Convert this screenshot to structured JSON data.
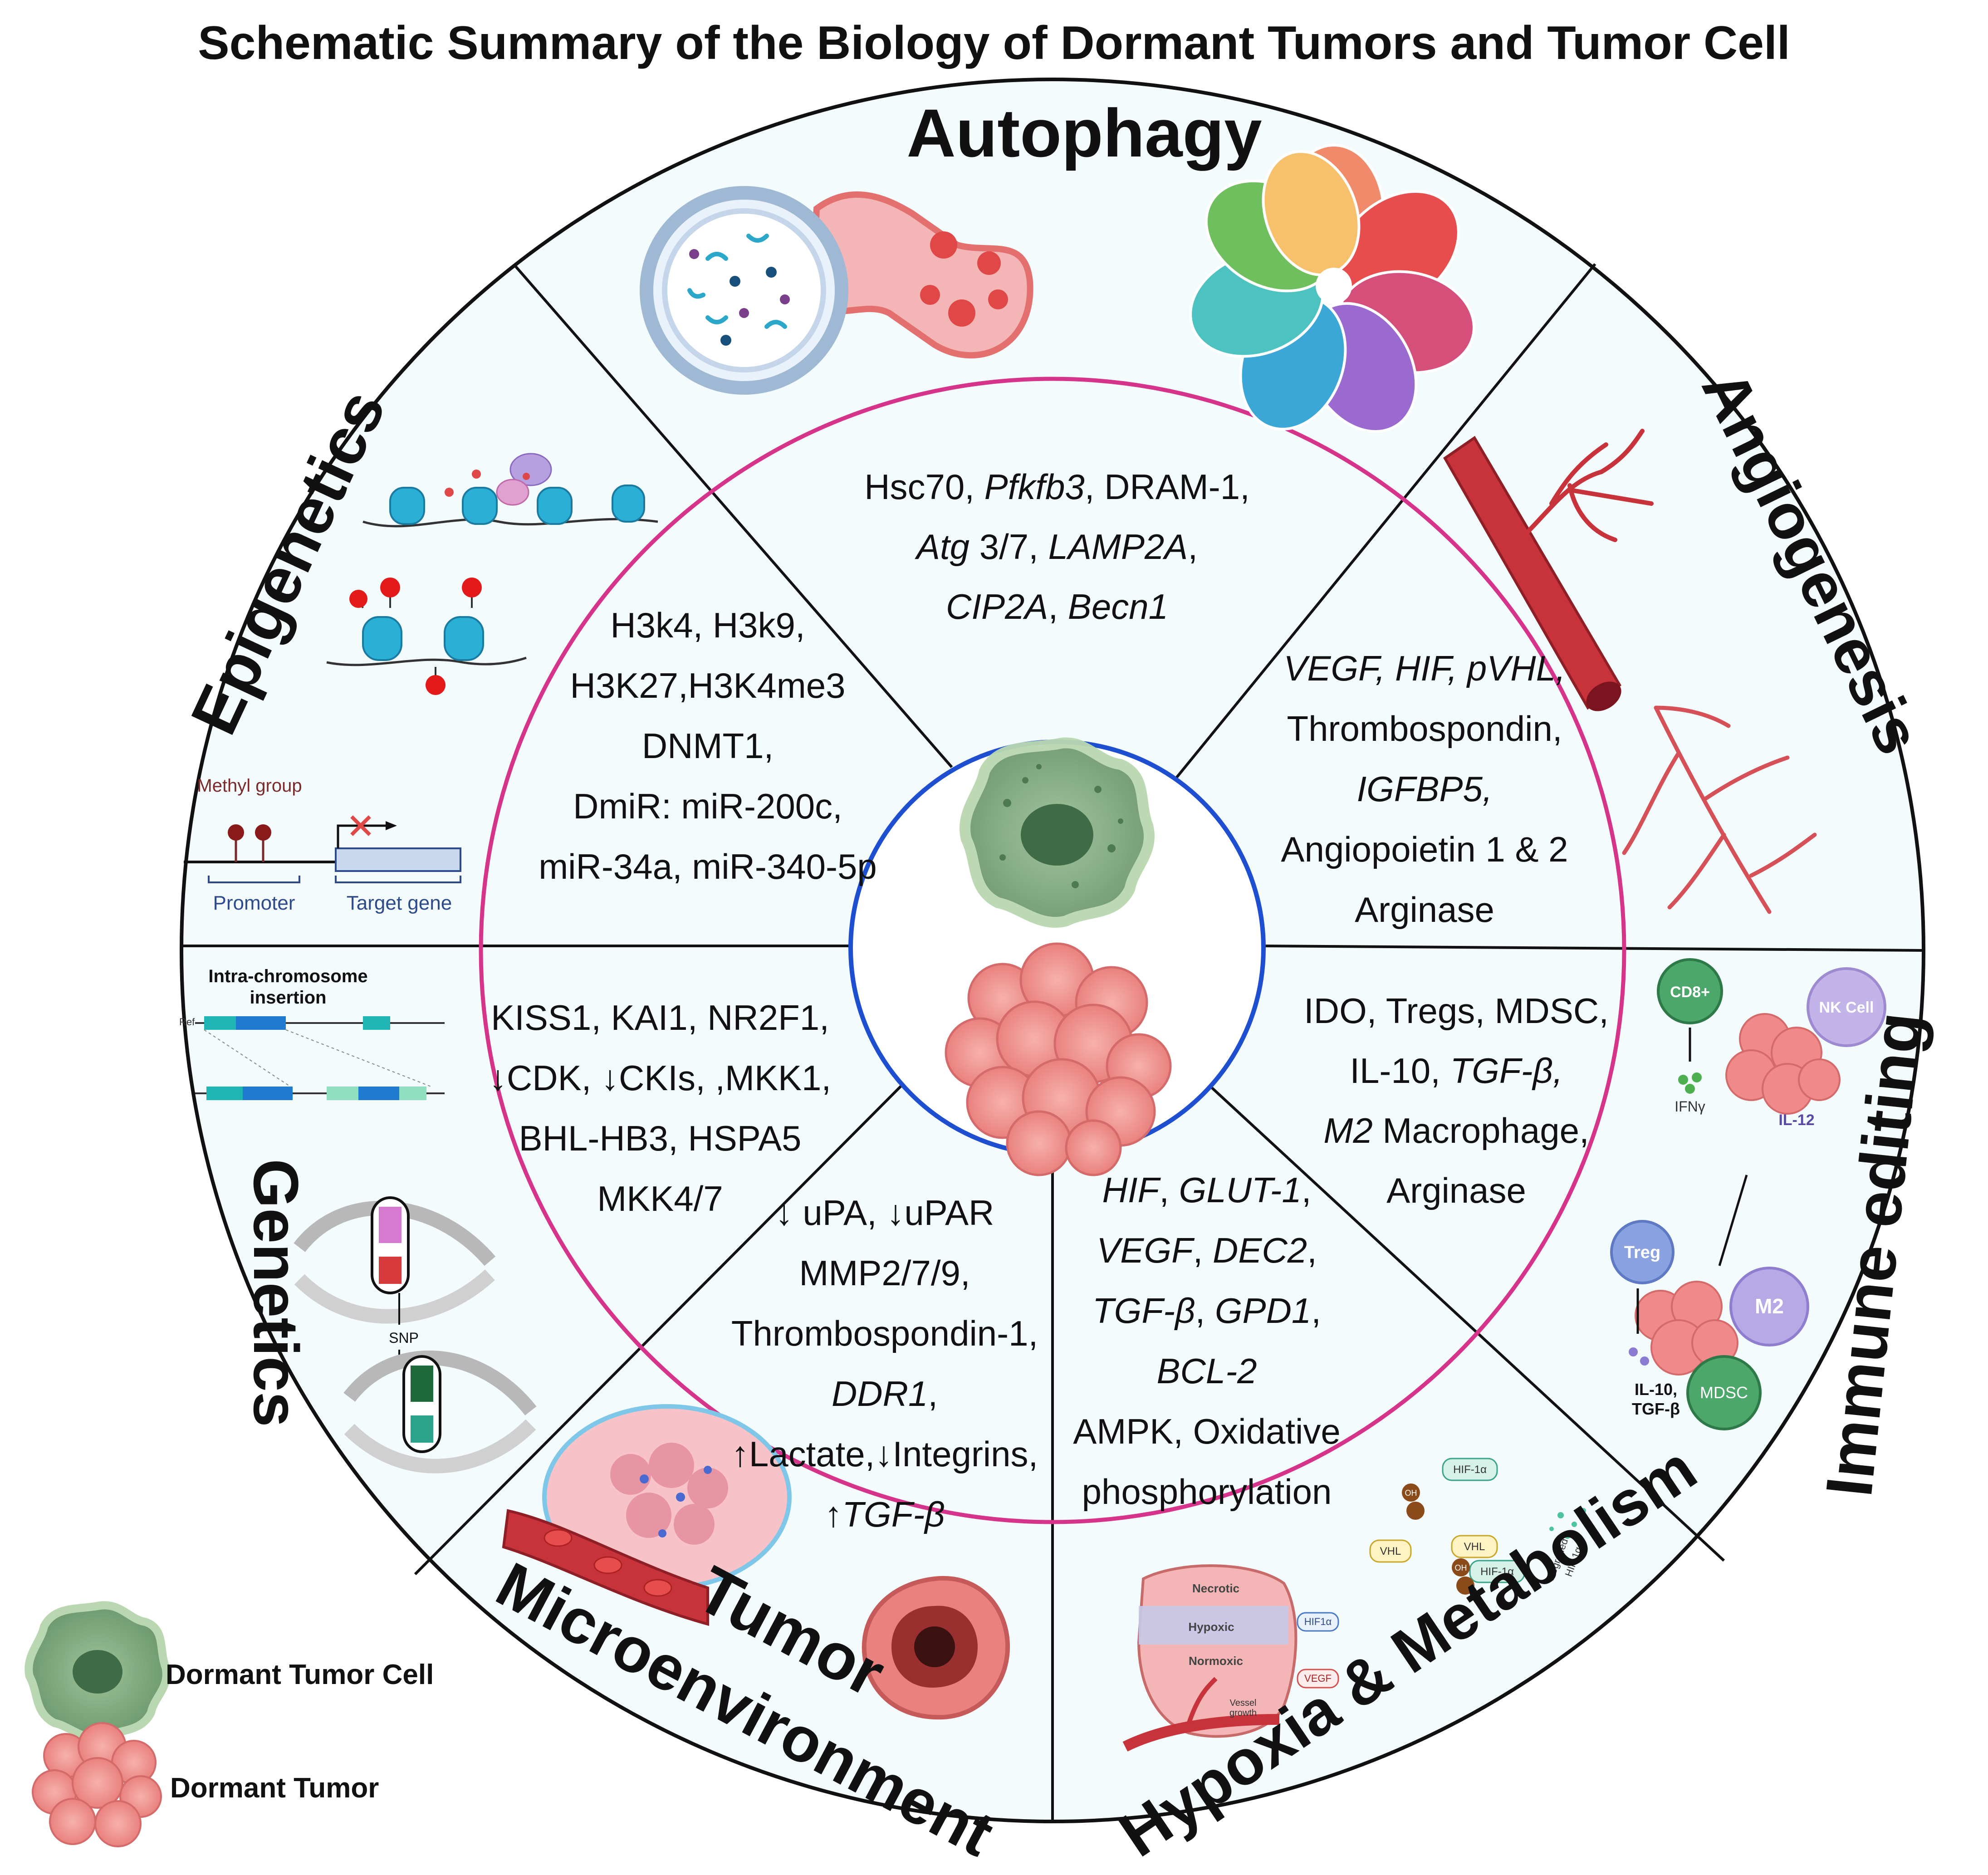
{
  "title": "Schematic Summary of the Biology of Dormant Tumors and Tumor Cell",
  "colors": {
    "outer_ring": "#111111",
    "middle_ring": "#d6338a",
    "inner_ring": "#1f4fd1",
    "sector_fill": "#f4fbfc",
    "dormant_cell": "#7aa37a",
    "dormant_tumor": "#f08a8a"
  },
  "sectors": {
    "autophagy": {
      "title": "Autophagy",
      "lines": [
        [
          {
            "t": "Hsc70, "
          },
          {
            "t": "Pfkfb3",
            "i": true
          },
          {
            "t": ", DRAM-1,"
          }
        ],
        [
          {
            "t": "Atg",
            "i": true
          },
          {
            "t": " 3/7, "
          },
          {
            "t": "LAMP2A",
            "i": true
          },
          {
            "t": ","
          }
        ],
        [
          {
            "t": "CIP2A",
            "i": true
          },
          {
            "t": ", "
          },
          {
            "t": "Becn1",
            "i": true
          }
        ]
      ]
    },
    "angiogenesis": {
      "title": "Angiogenesis",
      "lines": [
        [
          {
            "t": "VEGF, HIF, pVHL,",
            "i": true
          }
        ],
        [
          {
            "t": "Thrombospondin,"
          }
        ],
        [
          {
            "t": "IGFBP5,",
            "i": true
          }
        ],
        [
          {
            "t": "Angiopoietin 1 & 2"
          }
        ],
        [
          {
            "t": "Arginase"
          }
        ]
      ]
    },
    "immune": {
      "title": "Immune editing",
      "lines": [
        [
          {
            "t": "IDO, Tregs, MDSC,"
          }
        ],
        [
          {
            "t": "IL-10, "
          },
          {
            "t": "TGF-β,",
            "i": true
          }
        ],
        [
          {
            "t": "M2",
            "i": true
          },
          {
            "t": " Macrophage,"
          }
        ],
        [
          {
            "t": "Arginase"
          }
        ]
      ]
    },
    "hypoxia": {
      "title": "Hypoxia & Metabolism",
      "lines": [
        [
          {
            "t": "HIF",
            "i": true
          },
          {
            "t": ", "
          },
          {
            "t": "GLUT-1",
            "i": true
          },
          {
            "t": ","
          }
        ],
        [
          {
            "t": "VEGF",
            "i": true
          },
          {
            "t": ", "
          },
          {
            "t": "DEC2",
            "i": true
          },
          {
            "t": ","
          }
        ],
        [
          {
            "t": "TGF-β",
            "i": true
          },
          {
            "t": ", "
          },
          {
            "t": "GPD1",
            "i": true
          },
          {
            "t": ","
          }
        ],
        [
          {
            "t": "BCL-2",
            "i": true
          }
        ],
        [
          {
            "t": "AMPK, Oxidative"
          }
        ],
        [
          {
            "t": "phosphorylation"
          }
        ]
      ]
    },
    "microenv": {
      "title_line1": "Tumor",
      "title_line2": "Microenvironment",
      "lines": [
        [
          {
            "t": "↓ uPA, ↓uPAR"
          }
        ],
        [
          {
            "t": "MMP2/7/9,"
          }
        ],
        [
          {
            "t": "Thrombospondin-1,"
          }
        ],
        [
          {
            "t": "DDR1",
            "i": true
          },
          {
            "t": ","
          }
        ],
        [
          {
            "t": "↑Lactate,↓Integrins,"
          }
        ],
        [
          {
            "t": "↑"
          },
          {
            "t": "TGF-β",
            "i": true
          }
        ]
      ]
    },
    "genetics": {
      "title": "Genetics",
      "lines": [
        [
          {
            "t": "KISS1, KAI1, NR2F1,"
          }
        ],
        [
          {
            "t": "↓CDK, ↓CKIs, ,MKK1,"
          }
        ],
        [
          {
            "t": "BHL-HB3, HSPA5"
          }
        ],
        [
          {
            "t": "MKK4/7"
          }
        ]
      ]
    },
    "epigenetics": {
      "title": "Epigenetics",
      "lines": [
        [
          {
            "t": "H3k4, H3k9,"
          }
        ],
        [
          {
            "t": "H3K27,H3K4me3"
          }
        ],
        [
          {
            "t": "DNMT1,"
          }
        ],
        [
          {
            "t": "DmiR: miR-200c,"
          }
        ],
        [
          {
            "t": "miR-34a, miR-340-5p"
          }
        ]
      ]
    }
  },
  "illustration_labels": {
    "methyl_group": "Methyl group",
    "promoter": "Promoter",
    "target_gene": "Target gene",
    "intra_chromosome_1": "Intra-chromosome",
    "intra_chromosome_2": "insertion",
    "ref": "Ref",
    "snp": "SNP",
    "cd8": "CD8+",
    "nk_cell": "NK Cell",
    "ifn": "IFNγ",
    "il12": "IL-12",
    "treg": "Treg",
    "m2": "M2",
    "il10_tgf_1": "IL-10,",
    "il10_tgf_2": "TGF-β",
    "mdsc": "MDSC",
    "necrotic": "Necrotic",
    "hypoxic": "Hypoxic",
    "normoxic": "Normoxic",
    "hif1a": "HIF1α",
    "vegf": "VEGF",
    "vessel_growth_1": "Vessel",
    "vessel_growth_2": "growth",
    "vhl": "VHL",
    "hif_1a": "HIF-1α",
    "oh": "OH",
    "degraded_1": "Degraded",
    "degraded_2": "HIF-1α"
  },
  "legend": {
    "dormant_tumor_cell": "Dormant Tumor Cell",
    "dormant_tumor": "Dormant Tumor"
  }
}
